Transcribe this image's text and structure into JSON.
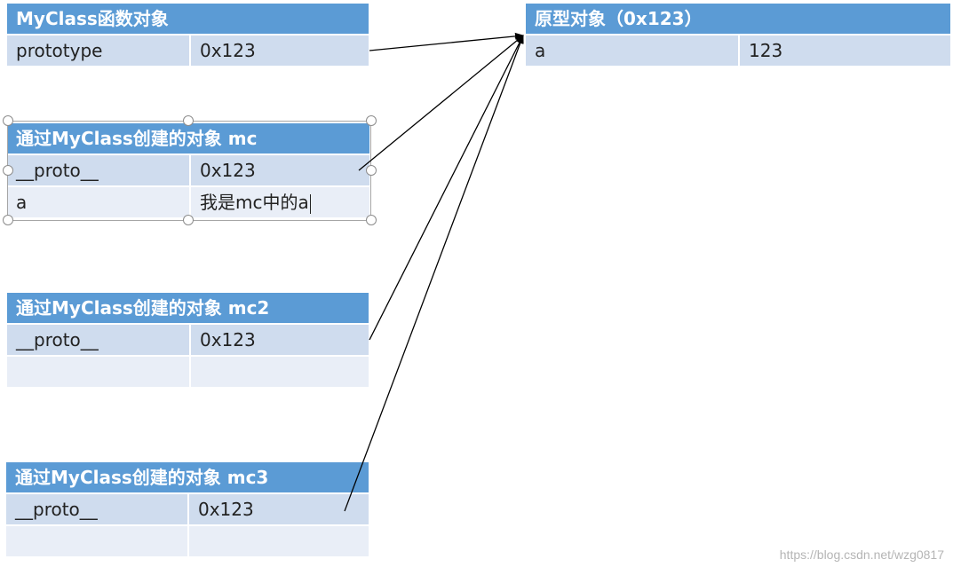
{
  "function_object": {
    "title": "MyClass函数对象",
    "rows": [
      {
        "key": "prototype",
        "value": "0x123"
      }
    ]
  },
  "prototype_object": {
    "title": "原型对象（0x123）",
    "rows": [
      {
        "key": "a",
        "value": "123"
      }
    ]
  },
  "instance_mc": {
    "title": "通过MyClass创建的对象 mc",
    "rows": [
      {
        "key": "__proto__",
        "value": "0x123"
      },
      {
        "key": "a",
        "value": "我是mc中的a"
      }
    ]
  },
  "instance_mc2": {
    "title": "通过MyClass创建的对象 mc2",
    "rows": [
      {
        "key": "__proto__",
        "value": "0x123"
      },
      {
        "key": "",
        "value": ""
      }
    ]
  },
  "instance_mc3": {
    "title": "通过MyClass创建的对象 mc3",
    "rows": [
      {
        "key": "__proto__",
        "value": "0x123"
      },
      {
        "key": "",
        "value": ""
      }
    ]
  },
  "watermark": "https://blog.csdn.net/wzg0817",
  "colors": {
    "header": "#5b9bd5",
    "row_primary": "#cfdcee",
    "row_secondary": "#e9eef7",
    "arrow": "#000000"
  }
}
